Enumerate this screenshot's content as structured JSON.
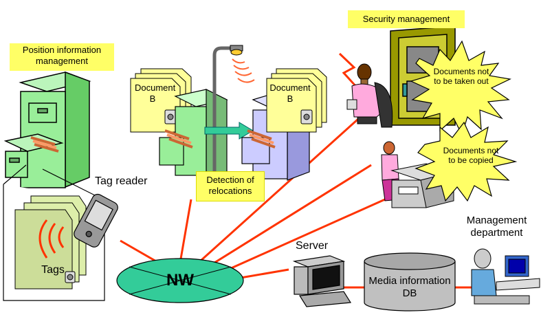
{
  "labels": {
    "position_management": "Position information management",
    "security_management": "Security management",
    "document_b_left": "Document B",
    "document_b_right": "Document B",
    "not_taken_out": "Documents not to be taken out",
    "not_copied": "Documents not to be copied",
    "tag_reader": "Tag reader",
    "detection": "Detection of relocations",
    "tags": "Tags",
    "nw": "NW",
    "server": "Server",
    "management_department": "Management department",
    "media_db": "Media information DB"
  },
  "colors": {
    "network_line": "#ff3300",
    "label_box": "#ffff66",
    "cabinet_green": "#99ee99",
    "cabinet_lavender": "#ccccff",
    "document_yellow": "#ffff99",
    "nw_ellipse": "#33cc99",
    "db_gray": "#c0c0c0",
    "door_olive": "#999900",
    "burst_yellow": "#ffff66",
    "arrow_teal": "#33cc99",
    "folder_orange": "#ff9966"
  },
  "icons": [
    "green-filing-cabinet-icon",
    "lavender-filing-cabinet-icon",
    "document-b-icon",
    "street-lamp-icon",
    "person-at-door-icon",
    "person-at-copier-icon",
    "handheld-tag-reader-icon",
    "tag-document-stack-icon",
    "server-computer-icon",
    "database-cylinder-icon",
    "person-at-desk-icon",
    "explosion-burst-icon"
  ]
}
